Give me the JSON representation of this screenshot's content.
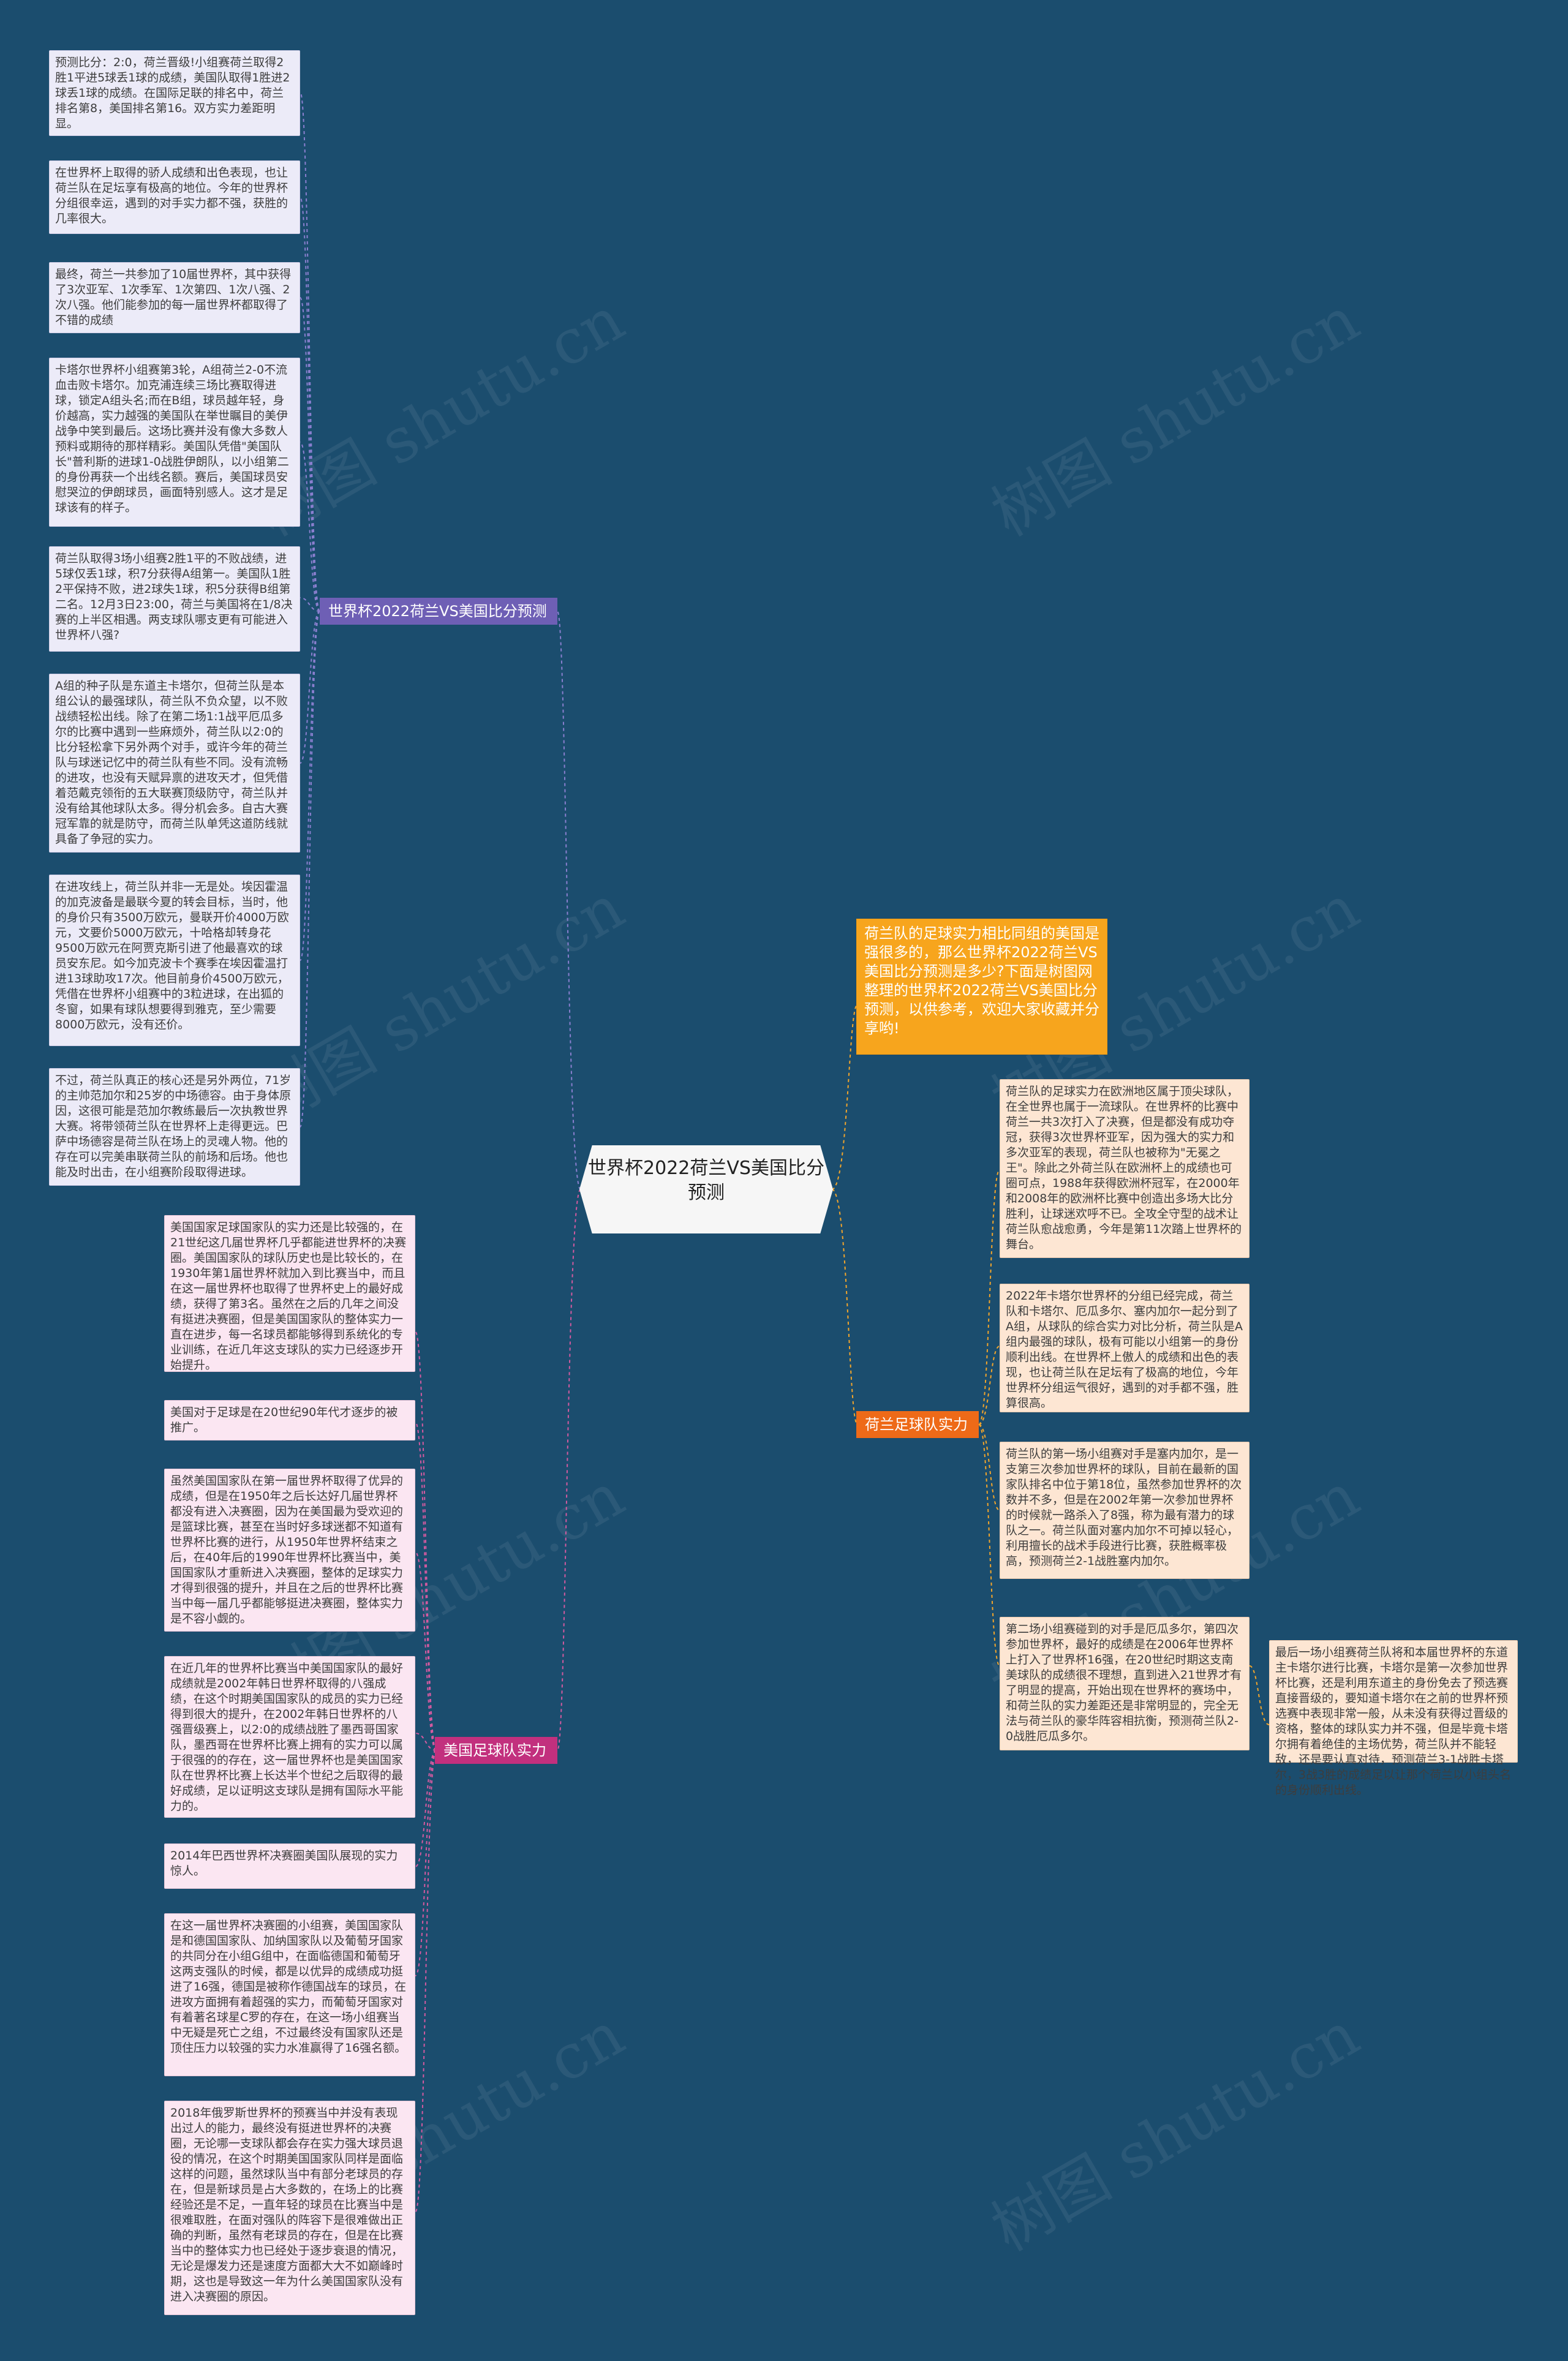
{
  "root": {
    "title": "世界杯2022荷兰VS美国比分预测"
  },
  "intro": {
    "text": "荷兰队的足球实力相比同组的美国是强很多的，那么世界杯2022荷兰VS美国比分预测是多少?下面是树图网整理的世界杯2022荷兰VS美国比分预测，以供参考，欢迎大家收藏并分享哟!"
  },
  "watermark": {
    "text": "树图 shutu.cn"
  },
  "branches": {
    "prediction": {
      "label": "世界杯2022荷兰VS美国比分预测",
      "leaves": [
        "预测比分：2:0，荷兰晋级!小组赛荷兰取得2胜1平进5球丢1球的成绩，美国队取得1胜进2球丢1球的成绩。在国际足联的排名中，荷兰排名第8，美国排名第16。双方实力差距明显。",
        "在世界杯上取得的骄人成绩和出色表现，也让荷兰队在足坛享有极高的地位。今年的世界杯分组很幸运，遇到的对手实力都不强，获胜的几率很大。",
        "最终，荷兰一共参加了10届世界杯，其中获得了3次亚军、1次季军、1次第四、1次八强、2次八强。他们能参加的每一届世界杯都取得了不错的成绩",
        "卡塔尔世界杯小组赛第3轮，A组荷兰2-0不流血击败卡塔尔。加克浦连续三场比赛取得进球，锁定A组头名;而在B组，球员越年轻，身价越高，实力越强的美国队在举世瞩目的美伊战争中笑到最后。这场比赛并没有像大多数人预料或期待的那样精彩。美国队凭借\"美国队长\"普利斯的进球1-0战胜伊朗队，以小组第二的身份再获一个出线名额。赛后，美国球员安慰哭泣的伊朗球员，画面特别感人。这才是足球该有的样子。",
        "荷兰队取得3场小组赛2胜1平的不败战绩，进5球仅丢1球，积7分获得A组第一。美国队1胜2平保持不败，进2球失1球，积5分获得B组第二名。12月3日23:00，荷兰与美国将在1/8决赛的上半区相遇。两支球队哪支更有可能进入世界杯八强?",
        "A组的种子队是东道主卡塔尔，但荷兰队是本组公认的最强球队，荷兰队不负众望，以不败战绩轻松出线。除了在第二场1:1战平厄瓜多尔的比赛中遇到一些麻烦外，荷兰队以2:0的比分轻松拿下另外两个对手，或许今年的荷兰队与球迷记忆中的荷兰队有些不同。没有流畅的进攻，也没有天赋异禀的进攻天才，但凭借着范戴克领衔的五大联赛顶级防守，荷兰队并没有给其他球队太多。得分机会多。自古大赛冠军靠的就是防守，而荷兰队单凭这道防线就具备了争冠的实力。",
        "在进攻线上，荷兰队并非一无是处。埃因霍温的加克波备是最联今夏的转会目标，当时，他的身价只有3500万欧元，曼联开价4000万欧元，文要价5000万欧元，十哈格却转身花9500万欧元在阿贾克斯引进了他最喜欢的球员安东尼。如今加克波卡个赛季在埃因霍温打进13球助攻17次。他目前身价4500万欧元，凭借在世界杯小组赛中的3粒进球，在出狐的冬窗，如果有球队想要得到雅克，至少需要8000万欧元，没有还价。",
        "不过，荷兰队真正的核心还是另外两位，71岁的主帅范加尔和25岁的中场德容。由于身体原因，这很可能是范加尔教练最后一次执教世界大赛。将带领荷兰队在世界杯上走得更远。巴萨中场德容是荷兰队在场上的灵魂人物。他的存在可以完美串联荷兰队的前场和后场。他也能及时出击，在小组赛阶段取得进球。"
      ]
    },
    "usa": {
      "label": "美国足球队实力",
      "leaves": [
        "美国国家足球国家队的实力还是比较强的，在21世纪这几届世界杯几乎都能进世界杯的决赛圈。美国国家队的球队历史也是比较长的，在1930年第1届世界杯就加入到比赛当中，而且在这一届世界杯也取得了世界杯史上的最好成绩，获得了第3名。虽然在之后的几年之间没有挺进决赛圈，但是美国国家队的整体实力一直在进步，每一名球员都能够得到系统化的专业训练，在近几年这支球队的实力已经逐步开始提升。",
        "美国对于足球是在20世纪90年代才逐步的被推广。",
        "虽然美国国家队在第一届世界杯取得了优异的成绩，但是在1950年之后长达好几届世界杯都没有进入决赛圈，因为在美国最为受欢迎的是篮球比赛，甚至在当时好多球迷都不知道有世界杯比赛的进行，从1950年世界杯结束之后，在40年后的1990年世界杯比赛当中，美国国家队才重新进入决赛圈，整体的足球实力才得到很强的提升，并且在之后的世界杯比赛当中每一届几乎都能够挺进决赛圈，整体实力是不容小觑的。",
        "在近几年的世界杯比赛当中美国国家队的最好成绩就是2002年韩日世界杯取得的八强成绩，在这个时期美国国家队的成员的实力已经得到很大的提升，在2002年韩日世界杯的八强晋级赛上，以2:0的成绩战胜了墨西哥国家队，墨西哥在世界杯比赛上拥有的实力可以属于很强的的存在，这一届世界杯也是美国国家队在世界杯比赛上长达半个世纪之后取得的最好成绩，足以证明这支球队是拥有国际水平能力的。",
        "2014年巴西世界杯决赛圈美国队展现的实力惊人。",
        "在这一届世界杯决赛圈的小组赛，美国国家队是和德国国家队、加纳国家队以及葡萄牙国家的共同分在小组G组中，在面临德国和葡萄牙这两支强队的时候，都是以优异的成绩成功挺进了16强，德国是被称作德国战车的球员，在进攻方面拥有着超强的实力，而葡萄牙国家对有着著名球星C罗的存在，在这一场小组赛当中无疑是死亡之组，不过最终没有国家队还是顶住压力以较强的实力水准赢得了16强名额。",
        "2018年俄罗斯世界杯的预赛当中并没有表现出过人的能力，最终没有挺进世界杯的决赛圈，无论哪一支球队都会存在实力强大球员退役的情况，在这个时期美国国家队同样是面临这样的问题，虽然球队当中有部分老球员的存在，但是新球员是占大多数的，在场上的比赛经验还是不足，一直年轻的球员在比赛当中是很难取胜，在面对强队的阵容下是很难做出正确的判断，虽然有老球员的存在，但是在比赛当中的整体实力也已经处于逐步衰退的情况，无论是爆发力还是速度方面都大大不如巅峰时期，这也是导致这一年为什么美国国家队没有进入决赛圈的原因。"
      ]
    },
    "netherlands": {
      "label": "荷兰足球队实力",
      "leaves": [
        "荷兰队的足球实力在欧洲地区属于顶尖球队，在全世界也属于一流球队。在世界杯的比赛中荷兰一共3次打入了决赛，但是都没有成功夺冠，获得3次世界杯亚军，因为强大的实力和多次亚军的表现，荷兰队也被称为\"无冕之王\"。除此之外荷兰队在欧洲杯上的成绩也可圈可点，1988年获得欧洲杯冠军，在2000年和2008年的欧洲杯比赛中创造出多场大比分胜利，让球迷欢呼不已。全攻全守型的战术让荷兰队愈战愈勇，今年是第11次踏上世界杯的舞台。",
        "2022年卡塔尔世界杯的分组已经完成，荷兰队和卡塔尔、厄瓜多尔、塞内加尔一起分到了A组，从球队的综合实力对比分析，荷兰队是A组内最强的球队，极有可能以小组第一的身份顺利出线。在世界杯上傲人的成绩和出色的表现，也让荷兰队在足坛有了极高的地位，今年世界杯分组运气很好，遇到的对手都不强，胜算很高。",
        "荷兰队的第一场小组赛对手是塞内加尔，是一支第三次参加世界杯的球队，目前在最新的国家队排名中位于第18位，虽然参加世界杯的次数并不多，但是在2002年第一次参加世界杯的时候就一路杀入了8强，称为最有潜力的球队之一。荷兰队面对塞内加尔不可掉以轻心，利用擅长的战术手段进行比赛，获胜概率极高，预测荷兰2-1战胜塞内加尔。",
        "第二场小组赛碰到的对手是厄瓜多尔，第四次参加世界杯，最好的成绩是在2006年世界杯上打入了世界杯16强，在20世纪时期这支南美球队的成绩很不理想，直到进入21世界才有了明显的提高，开始出现在世界杯的赛场中，和荷兰队的实力差距还是非常明显的，完全无法与荷兰队的豪华阵容相抗衡，预测荷兰队2-0战胜厄瓜多尔。",
        "最后一场小组赛荷兰队将和本届世界杯的东道主卡塔尔进行比赛，卡塔尔是第一次参加世界杯比赛，还是利用东道主的身份免去了预选赛直接晋级的，要知道卡塔尔在之前的世界杯预选赛中表现非常一般，从未没有获得过晋级的资格，整体的球队实力并不强，但是毕竟卡塔尔拥有着绝佳的主场优势，荷兰队并不能轻敌，还是要认真对待，预测荷兰3-1战胜卡塔尔，3战3胜的成绩足以让那个荷兰以小组头名的身份顺利出线。"
      ]
    }
  }
}
